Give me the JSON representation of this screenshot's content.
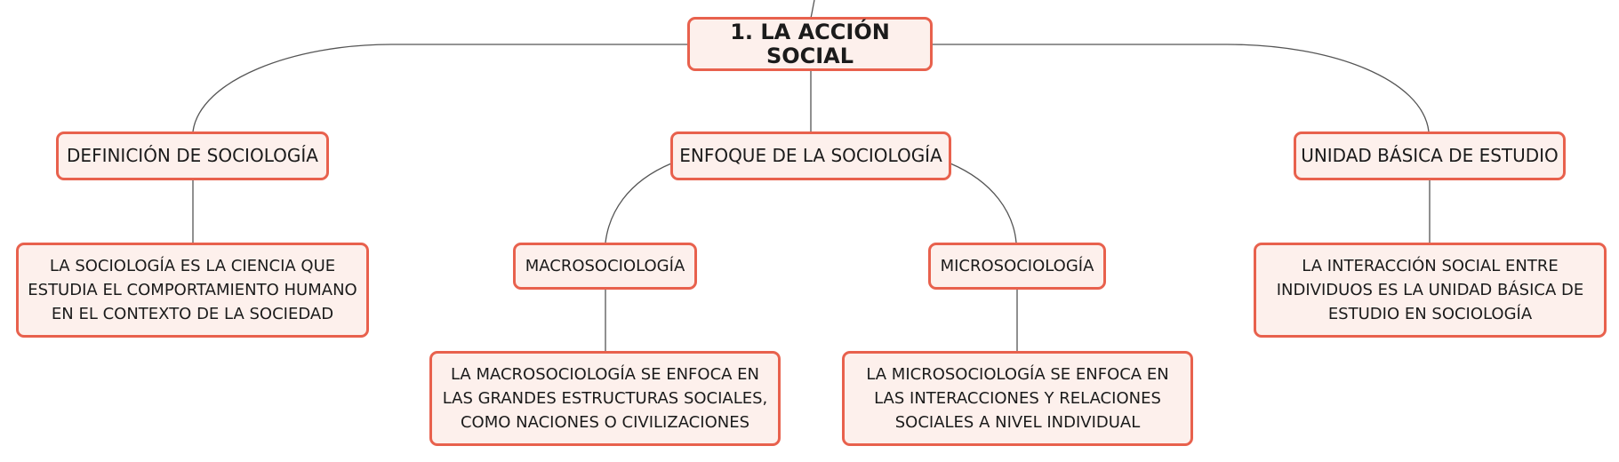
{
  "map": {
    "root": {
      "label": "1. LA ACCIÓN SOCIAL"
    },
    "branches": [
      {
        "label": "DEFINICIÓN DE SOCIOLOGÍA",
        "detail": "LA SOCIOLOGÍA ES LA CIENCIA QUE ESTUDIA EL COMPORTAMIENTO HUMANO EN EL CONTEXTO DE LA SOCIEDAD"
      },
      {
        "label": "ENFOQUE DE LA SOCIOLOGÍA",
        "children": [
          {
            "label": "MACROSOCIOLOGÍA",
            "detail": "LA MACROSOCIOLOGÍA SE ENFOCA EN LAS GRANDES ESTRUCTURAS SOCIALES, COMO NACIONES O CIVILIZACIONES"
          },
          {
            "label": "MICROSOCIOLOGÍA",
            "detail": "LA MICROSOCIOLOGÍA SE ENFOCA EN LAS INTERACCIONES Y RELACIONES SOCIALES A NIVEL INDIVIDUAL"
          }
        ]
      },
      {
        "label": "UNIDAD BÁSICA DE ESTUDIO",
        "detail": "LA INTERACCIÓN SOCIAL ENTRE INDIVIDUOS ES LA UNIDAD BÁSICA DE ESTUDIO EN SOCIOLOGÍA"
      }
    ]
  },
  "colors": {
    "node_border": "#e8614d",
    "node_fill": "#fdf0ec",
    "connector": "#555555"
  }
}
